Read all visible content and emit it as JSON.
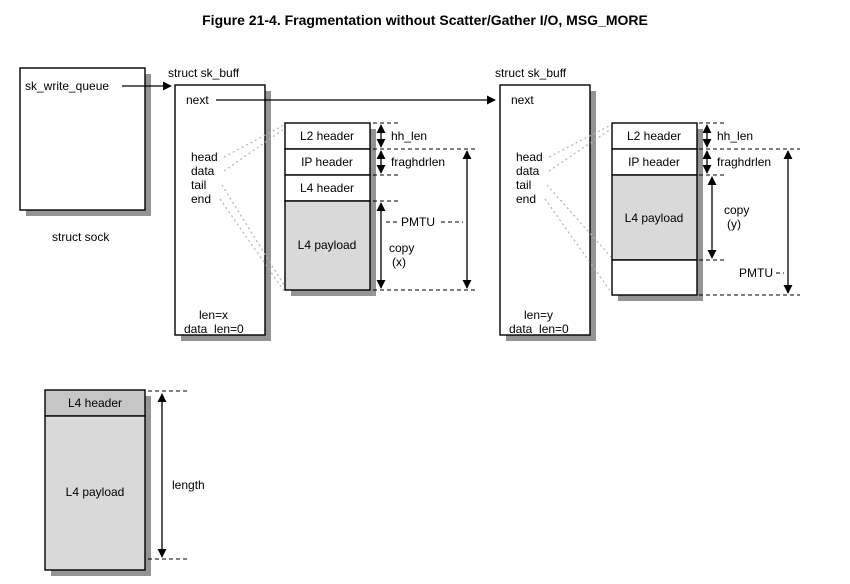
{
  "figure": {
    "title": "Figure 21-4. Fragmentation without Scatter/Gather I/O, MSG_MORE"
  },
  "sock": {
    "queue_field": "sk_write_queue",
    "caption": "struct sock"
  },
  "skbuff_left": {
    "struct_label": "struct sk_buff",
    "fields": {
      "next": "next",
      "head": "head",
      "data": "data",
      "tail": "tail",
      "end": "end"
    },
    "len": "len=x",
    "data_len": "data_len=0"
  },
  "buffer_left": {
    "l2_header": "L2 header",
    "ip_header": "IP header",
    "l4_header": "L4 header",
    "l4_payload": "L4 payload",
    "hh_len": "hh_len",
    "fraghdrlen": "fraghdrlen",
    "pmtu": "PMTU",
    "copy": "copy",
    "copy_var": "(x)"
  },
  "skbuff_right": {
    "struct_label": "struct sk_buff",
    "fields": {
      "next": "next",
      "head": "head",
      "data": "data",
      "tail": "tail",
      "end": "end"
    },
    "len": "len=y",
    "data_len": "data_len=0"
  },
  "buffer_right": {
    "l2_header": "L2 header",
    "ip_header": "IP header",
    "l4_payload": "L4 payload",
    "hh_len": "hh_len",
    "fraghdrlen": "fraghdrlen",
    "copy": "copy",
    "copy_var": "(y)",
    "pmtu": "PMTU"
  },
  "pending_buffer": {
    "l4_header": "L4 header",
    "l4_payload": "L4 payload",
    "length": "length"
  },
  "colors": {
    "shadow": "#949494",
    "gray_fill": "#d9d9d9",
    "header_gray": "#c6c6c6",
    "line": "#000000",
    "dotted": "#b3b3b3"
  }
}
